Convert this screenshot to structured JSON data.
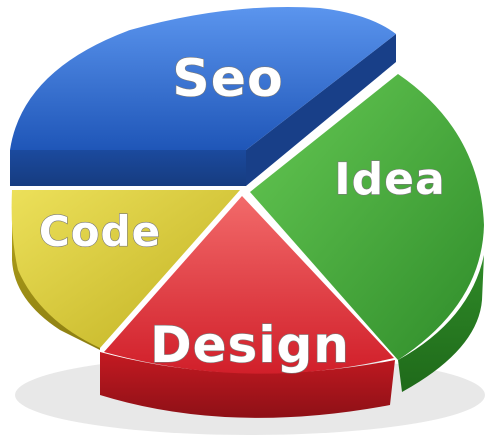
{
  "slices": [
    {
      "key": "seo",
      "label": "Seo",
      "color": "#2f6fd6"
    },
    {
      "key": "idea",
      "label": "Idea",
      "color": "#3ea838"
    },
    {
      "key": "design",
      "label": "Design",
      "color": "#e23a3a"
    },
    {
      "key": "code",
      "label": "Code",
      "color": "#d6c72c"
    }
  ]
}
